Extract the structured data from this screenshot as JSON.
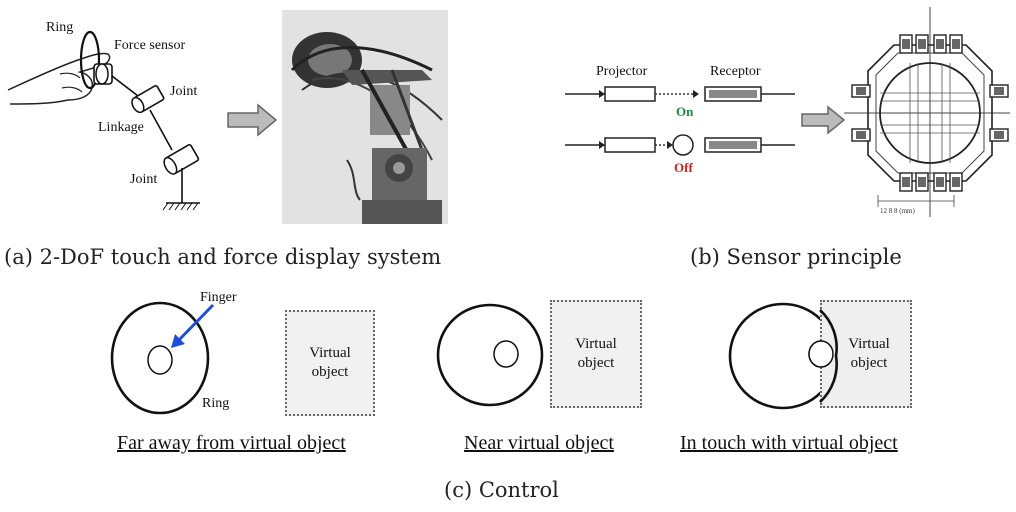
{
  "panel_a": {
    "labels": {
      "ring": "Ring",
      "force_sensor": "Force sensor",
      "joint_top": "Joint",
      "linkage": "Linkage",
      "joint_bottom": "Joint"
    },
    "caption": "(a) 2-DoF touch and force display system"
  },
  "panel_b": {
    "labels": {
      "projector": "Projector",
      "receptor": "Receptor",
      "on": "On",
      "off": "Off",
      "scale": "12   8   8  (mm)"
    },
    "colors": {
      "on": "#1a8a3a",
      "off": "#cc2222"
    },
    "caption": "(b) Sensor principle"
  },
  "panel_c": {
    "labels": {
      "finger": "Finger",
      "ring": "Ring",
      "virtual_object": "Virtual object"
    },
    "states": [
      {
        "label": "Far away from virtual object"
      },
      {
        "label": "Near virtual object"
      },
      {
        "label": "In touch with virtual object"
      }
    ],
    "colors": {
      "finger_arrow": "#1f4fd6"
    },
    "caption": "(c) Control"
  }
}
